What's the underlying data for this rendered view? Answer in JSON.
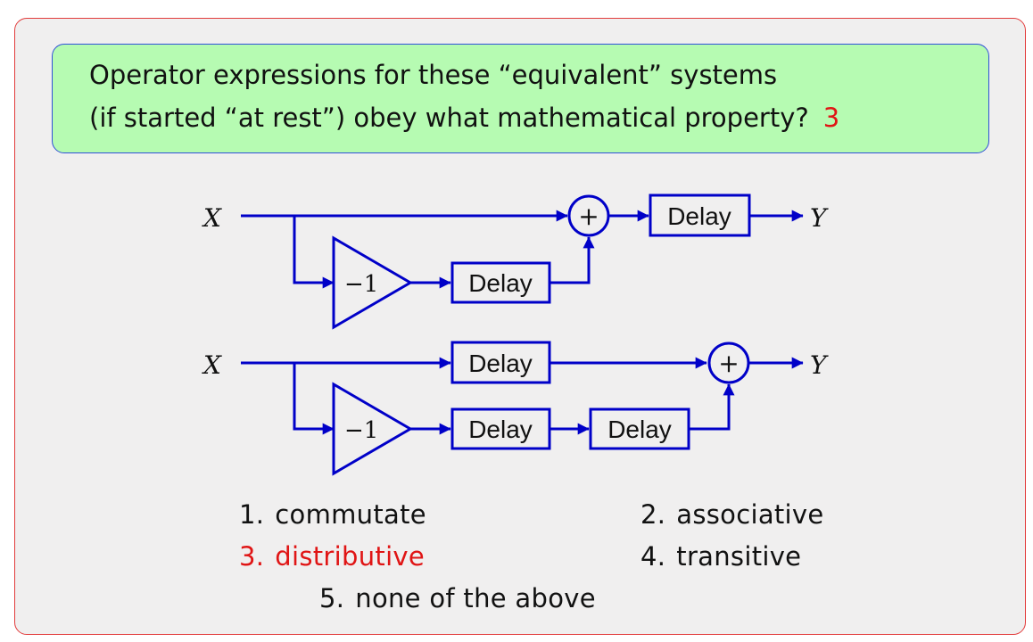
{
  "question": {
    "line1": "Operator expressions for these “equivalent” systems",
    "line2": "(if started “at rest”) obey what mathematical property?",
    "answer": "3"
  },
  "diagram": {
    "input_label": "X",
    "output_label": "Y",
    "gain_label": "−1",
    "delay_label": "Delay",
    "adder_symbol": "+"
  },
  "options": [
    {
      "num": "1.",
      "text": "commutate"
    },
    {
      "num": "2.",
      "text": "associative"
    },
    {
      "num": "3.",
      "text": "distributive"
    },
    {
      "num": "4.",
      "text": "transitive"
    },
    {
      "num": "5.",
      "text": "none of the above"
    }
  ],
  "colors": {
    "frame_border": "#e23b3b",
    "question_bg": "#b6fbb2",
    "diagram_blue": "#0000c8",
    "answer_red": "#e01515"
  }
}
